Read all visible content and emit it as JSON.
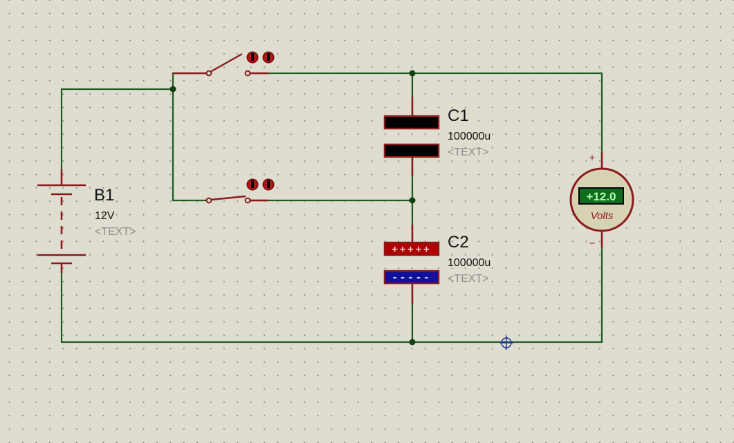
{
  "components": {
    "battery": {
      "ref": "B1",
      "value": "12V",
      "text": "<TEXT>"
    },
    "c1": {
      "ref": "C1",
      "value": "100000u",
      "text": "<TEXT>"
    },
    "c2": {
      "ref": "C2",
      "value": "100000u",
      "text": "<TEXT>",
      "plus_marks": "+++++",
      "minus_marks": "-----"
    },
    "voltmeter": {
      "reading": "+12.0",
      "unit": "Volts",
      "plus": "+",
      "minus": "−"
    }
  },
  "colors": {
    "wire": "#1f5a1f",
    "terminal": "#8b1a1a",
    "cap_fill": "#000000",
    "cap_plus_fill": "#b00000",
    "cap_minus_fill": "#10109c",
    "meter_face": "#d8d2b4",
    "meter_display": "#0e6e1e"
  },
  "icons": {
    "switch_state": "state-indicator-icon",
    "cursor": "crosshair-cursor-icon"
  }
}
